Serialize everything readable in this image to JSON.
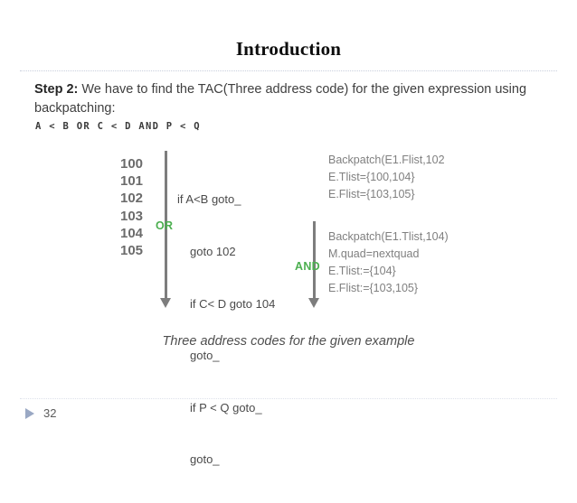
{
  "slide": {
    "title": "Introduction",
    "page_number": "32",
    "accent_color": "#4caf50",
    "arrow_color": "#7d7d7d",
    "annotation_color": "#808080",
    "bullet_color": "#9aa8c4"
  },
  "body": {
    "step_label": "Step 2:",
    "step_text": " We have to find the TAC(Three address code) for the given expression using backpatching:",
    "expression": "A < B OR C < D AND P < Q"
  },
  "code": {
    "line_numbers": [
      "100",
      "101",
      "102",
      "103",
      "104",
      "105"
    ],
    "lines": [
      {
        "text": "if A<B goto_",
        "indent": false
      },
      {
        "text": "goto 102",
        "indent": true
      },
      {
        "text": "if C< D goto 104",
        "indent": true
      },
      {
        "text": "goto_",
        "indent": true
      },
      {
        "text": "if P < Q goto_",
        "indent": true
      },
      {
        "text": "goto_",
        "indent": true
      }
    ]
  },
  "operators": {
    "or_label": "OR",
    "and_label": "AND"
  },
  "annotations": [
    {
      "id": "or-backpatch",
      "lines": [
        "Backpatch(E1.Flist,102",
        "E.Tlist={100,104}",
        "E.Flist={103,105}"
      ]
    },
    {
      "id": "and-backpatch",
      "lines": [
        "Backpatch(E1.Tlist,104)",
        "M.quad=nextquad",
        "E.Tlist:={104}",
        "E.Flist:={103,105}"
      ]
    }
  ],
  "caption": "Three address codes for the given example"
}
